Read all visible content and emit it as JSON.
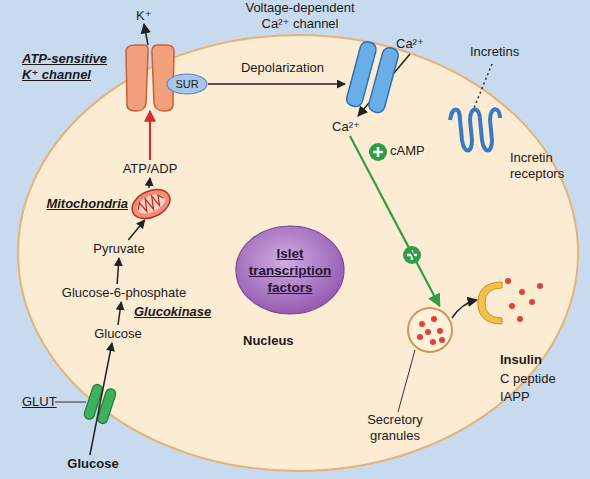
{
  "diagram": {
    "nodes": [
      {
        "text": [
          "ATP-sensitive K⁺ channel"
        ]
      },
      {
        "text": [
          "SUR"
        ],
        "in": 0
      },
      {
        "text": [
          "Voltage-dependent Ca²⁺ channel"
        ]
      },
      {
        "text": [
          "Ca²⁺"
        ]
      },
      {
        "text": [
          "ATP/ADP"
        ]
      },
      {
        "text": [
          "Mitochondria"
        ]
      },
      {
        "text": [
          "Pyruvate"
        ]
      },
      {
        "text": [
          "Glucose-6-phosphate"
        ]
      },
      {
        "text": [
          "Glucose"
        ]
      },
      {
        "text": [
          "Islet transcription factors",
          "Nucleus"
        ]
      },
      {
        "text": [
          "Secretory granules"
        ]
      },
      {
        "text": [
          "Glucose"
        ]
      }
    ],
    "edges": [
      {
        "from": 11,
        "to": 8,
        "arrow": "to"
      },
      {
        "from": 8,
        "to": 7,
        "arrow": "to"
      },
      {
        "from": 7,
        "to": 6,
        "arrow": "to"
      },
      {
        "from": 6,
        "to": 5,
        "arrow": "to"
      },
      {
        "from": 5,
        "to": 4,
        "arrow": "to"
      },
      {
        "from": 4,
        "to": 0,
        "arrow": "to"
      },
      {
        "from": 1,
        "to": 2,
        "label": "Depolarization",
        "arrow": "to"
      },
      {
        "from": 3,
        "to": 10,
        "arrow": "to"
      }
    ],
    "labels": [
      "K⁺",
      "Ca²⁺",
      "Incretins",
      "cAMP",
      "Incretin receptors",
      "Glucokinase",
      "GLUT",
      "Insulin",
      "C peptide",
      "IAPP"
    ]
  }
}
